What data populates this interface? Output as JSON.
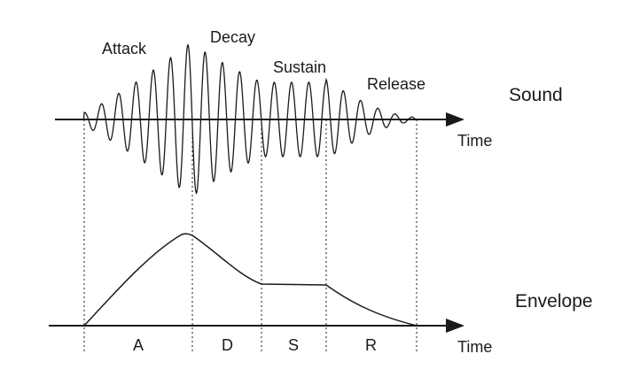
{
  "diagram": {
    "top_labels": {
      "attack": "Attack",
      "decay": "Decay",
      "sustain": "Sustain",
      "release": "Release"
    },
    "right_labels": {
      "sound": "Sound",
      "envelope": "Envelope"
    },
    "axes": {
      "sound_time": "Time",
      "envelope_time": "Time"
    },
    "segments": {
      "a": "A",
      "d": "D",
      "s": "S",
      "r": "R"
    },
    "colors": {
      "line": "#1a1a1a",
      "background": "#ffffff"
    }
  }
}
